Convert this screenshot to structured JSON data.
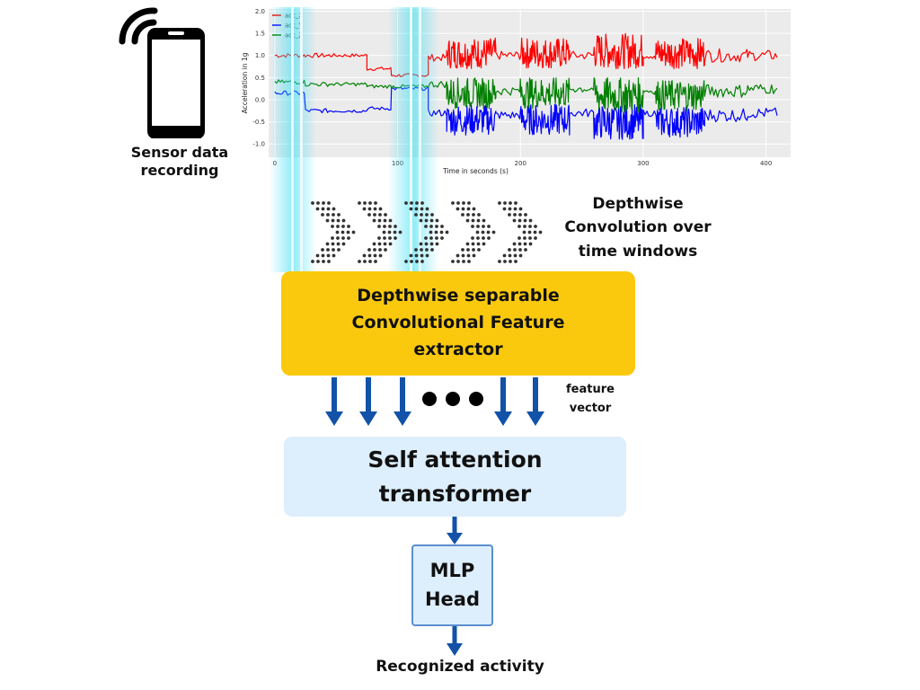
{
  "sensor": {
    "label_line1": "Sensor data",
    "label_line2": "recording"
  },
  "chart_data": {
    "type": "line",
    "title": "",
    "xlabel": "Time in seconds (s)",
    "ylabel": "Acceleration in 1g",
    "xlim": [
      -5,
      420
    ],
    "ylim": [
      -1.3,
      2.05
    ],
    "xticks": [
      0,
      100,
      200,
      300,
      400
    ],
    "yticks": [
      -1.0,
      -0.5,
      0.0,
      0.5,
      1.0,
      1.5,
      2.0
    ],
    "ytick_labels": [
      "-1.0",
      "-0.5",
      "0.0",
      "0.5",
      "1.0",
      "1.5",
      "2.0"
    ],
    "grid": true,
    "legend": "top-left",
    "series": [
      {
        "name": "acc_X",
        "color": "#ff0000"
      },
      {
        "name": "acc_Y",
        "color": "#0000ff"
      },
      {
        "name": "acc_Z",
        "color": "#008000"
      }
    ],
    "segments": [
      {
        "x": [
          0,
          25
        ],
        "means": [
          1.0,
          0.15,
          0.4
        ],
        "amp": 0.05
      },
      {
        "x": [
          25,
          45
        ],
        "means": [
          1.0,
          -0.25,
          0.35
        ],
        "amp": 0.05
      },
      {
        "x": [
          45,
          75
        ],
        "means": [
          1.0,
          -0.25,
          0.35
        ],
        "amp": 0.04
      },
      {
        "x": [
          75,
          95
        ],
        "means": [
          0.7,
          -0.2,
          0.3
        ],
        "amp": 0.04
      },
      {
        "x": [
          95,
          125
        ],
        "means": [
          0.55,
          0.25,
          0.3
        ],
        "amp": 0.04
      },
      {
        "x": [
          125,
          140
        ],
        "means": [
          0.95,
          -0.3,
          0.35
        ],
        "amp": 0.08
      },
      {
        "x": [
          140,
          180
        ],
        "means": [
          1.05,
          -0.45,
          0.15
        ],
        "amp": 0.35
      },
      {
        "x": [
          180,
          200
        ],
        "means": [
          1.0,
          -0.35,
          0.2
        ],
        "amp": 0.1
      },
      {
        "x": [
          200,
          240
        ],
        "means": [
          1.05,
          -0.45,
          0.15
        ],
        "amp": 0.35
      },
      {
        "x": [
          240,
          260
        ],
        "means": [
          1.0,
          -0.3,
          0.25
        ],
        "amp": 0.1
      },
      {
        "x": [
          260,
          300
        ],
        "means": [
          1.1,
          -0.5,
          0.1
        ],
        "amp": 0.4
      },
      {
        "x": [
          300,
          310
        ],
        "means": [
          1.0,
          -0.3,
          0.2
        ],
        "amp": 0.08
      },
      {
        "x": [
          310,
          350
        ],
        "means": [
          1.05,
          -0.5,
          0.1
        ],
        "amp": 0.35
      },
      {
        "x": [
          350,
          385
        ],
        "means": [
          1.0,
          -0.35,
          0.2
        ],
        "amp": 0.15
      },
      {
        "x": [
          385,
          410
        ],
        "means": [
          1.0,
          -0.3,
          0.25
        ],
        "amp": 0.12
      }
    ]
  },
  "convolution": {
    "label_line1": "Depthwise",
    "label_line2": "Convolution over",
    "label_line3": "time windows",
    "chevron_count": 5,
    "chevron_color": "#333333"
  },
  "extractor": {
    "label_line1": "Depthwise separable",
    "label_line2": "Convolutional Feature",
    "label_line3": "extractor",
    "color": "#fac90d"
  },
  "feature_vector": {
    "label_line1": "feature",
    "label_line2": "vector",
    "arrow_color": "#1252a8"
  },
  "transformer": {
    "label_line1": "Self attention",
    "label_line2": "transformer",
    "color": "#ddeefc"
  },
  "mlp": {
    "label_line1": "MLP",
    "label_line2": "Head"
  },
  "output": {
    "label": "Recognized activity"
  },
  "glow_color": "#33ddf5"
}
